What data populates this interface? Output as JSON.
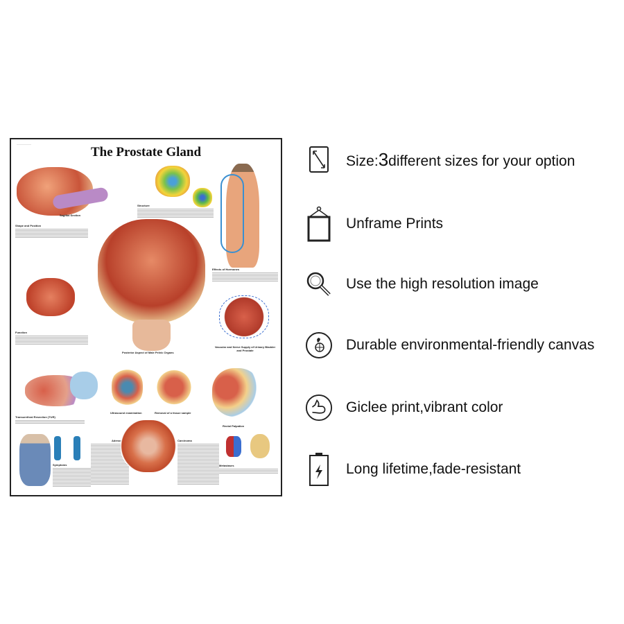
{
  "poster": {
    "title": "The Prostate Gland",
    "captions": {
      "sagittal": "Sagittal Section",
      "structure": "Structure",
      "shape": "Shape and Position",
      "hormones": "Effects of Hormones",
      "function": "Function",
      "posterior": "Posterior Aspect of Male Pelvic Organs",
      "vascular": "Vascular and Nerve Supply of Urinary Bladder and Prostate",
      "tur": "Transurethral Resection (TUR)",
      "ultrasound": "Ultrasound examination",
      "tissue": "Removal of a tissue sample",
      "rectal": "Rectal Palpation",
      "symptoms": "Symptoms",
      "adenoma": "Adenoma",
      "carcinoma": "Carcinoma",
      "metastases": "Metastases"
    }
  },
  "features": [
    {
      "icon": "resize-arrows-icon",
      "prefix": "Size:",
      "number": "3",
      "label": "different sizes for your option"
    },
    {
      "icon": "hanging-frame-icon",
      "label": "Unframe Prints"
    },
    {
      "icon": "magnifier-icon",
      "label": "Use the high resolution image"
    },
    {
      "icon": "eco-globe-icon",
      "label": "Durable environmental-friendly canvas"
    },
    {
      "icon": "thumbs-up-icon",
      "label": "Giclee print,vibrant color"
    },
    {
      "icon": "battery-bolt-icon",
      "label": "Long lifetime,fade-resistant"
    }
  ],
  "colors": {
    "text": "#111111",
    "poster_border": "#222222",
    "tissue": "#d9603f",
    "vessel_blue": "#3a8fd0"
  }
}
